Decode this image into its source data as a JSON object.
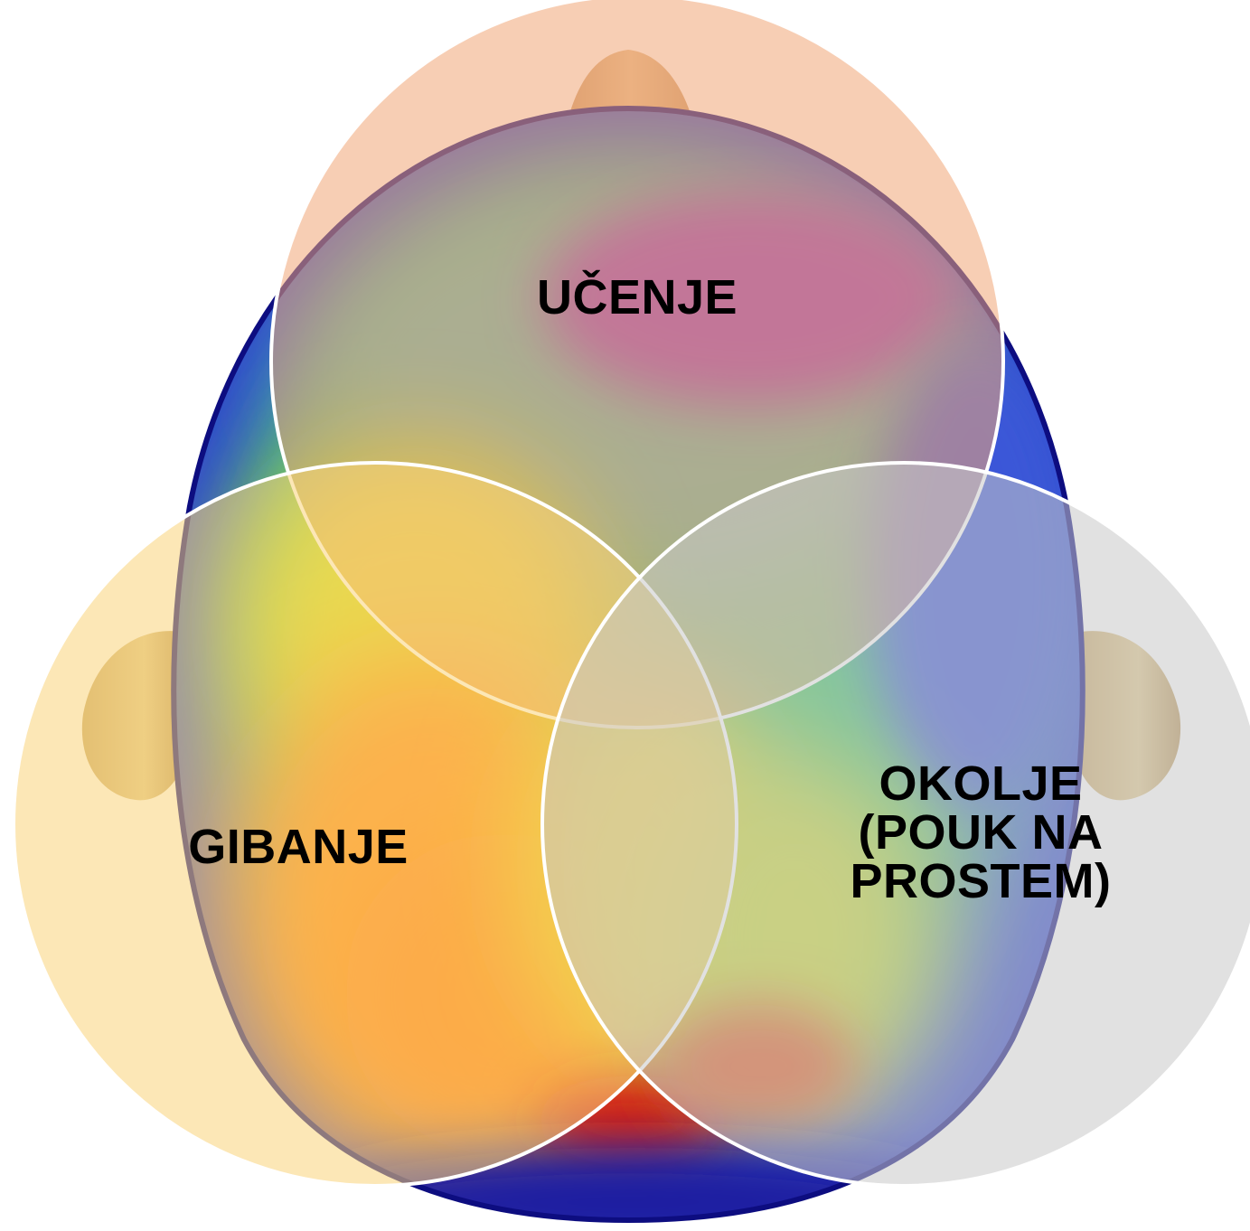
{
  "diagram": {
    "type": "venn",
    "background_image": "brain-activity-heatmap-top-view-of-head",
    "sets": [
      {
        "id": "top",
        "lines": [
          "UČENJE"
        ],
        "color": "#f0a577"
      },
      {
        "id": "left",
        "lines": [
          "GIBANJE"
        ],
        "color": "#f9d37a"
      },
      {
        "id": "right",
        "lines": [
          "OKOLJE",
          "(POUK NA",
          "PROSTEM)"
        ],
        "color": "#c9c9c9"
      }
    ],
    "outline_color": "#ffffff"
  }
}
